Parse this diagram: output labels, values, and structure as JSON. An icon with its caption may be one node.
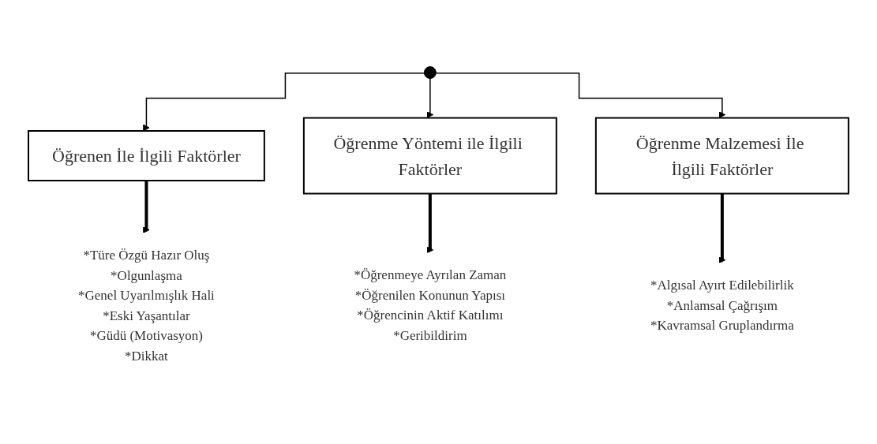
{
  "diagram": {
    "nodes": [
      {
        "text": [
          "Öğrenen İle İlgili Faktörler"
        ]
      },
      {
        "text": [
          "*Türe Özgü Hazır Oluş",
          "*Olgunlaşma",
          "*Genel Uyarılmışlık Hali",
          "*Eski Yaşantılar",
          "*Güdü (Motivasyon)",
          "*Dikkat"
        ]
      },
      {
        "text": [
          "Öğrenme Yöntemi ile İlgili Faktörler"
        ]
      },
      {
        "text": [
          "*Öğrenmeye Ayrılan Zaman",
          "*Öğrenilen Konunun Yapısı",
          "*Öğrencinin Aktif Katılımı",
          "*Geribildirim"
        ]
      },
      {
        "text": [
          "Öğrenme Malzemesi İle İlgili Faktörler"
        ]
      },
      {
        "text": [
          "*Algısal Ayırt Edilebilirlik",
          "*Anlamsal Çağrışım",
          "*Kavramsal Gruplandırma"
        ]
      }
    ],
    "edges": [
      {
        "from": null,
        "to": 0,
        "arrow": "to"
      },
      {
        "from": null,
        "to": 2,
        "arrow": "to"
      },
      {
        "from": null,
        "to": 4,
        "arrow": "to"
      },
      {
        "from": 0,
        "to": 1,
        "arrow": "to",
        "style": "thick"
      },
      {
        "from": 2,
        "to": 3,
        "arrow": "to",
        "style": "thick"
      },
      {
        "from": 4,
        "to": 5,
        "arrow": "to",
        "style": "thick"
      }
    ]
  }
}
